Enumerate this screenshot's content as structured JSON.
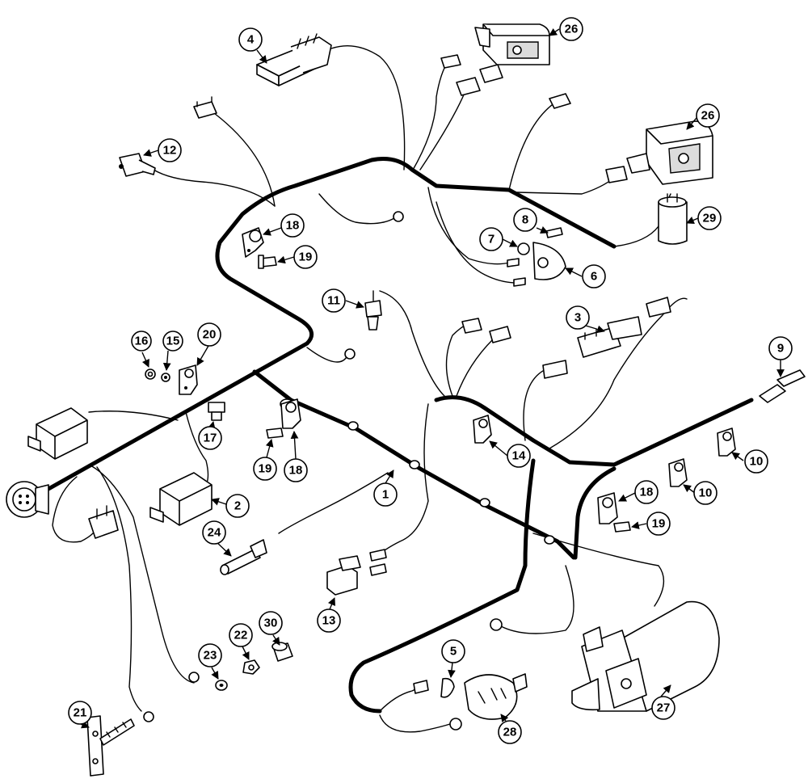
{
  "callouts": {
    "c1": "1",
    "c2": "2",
    "c3": "3",
    "c4": "4",
    "c5": "5",
    "c6": "6",
    "c7": "7",
    "c8": "8",
    "c9": "9",
    "c10a": "10",
    "c10b": "10",
    "c11": "11",
    "c12": "12",
    "c13": "13",
    "c14": "14",
    "c15": "15",
    "c16": "16",
    "c17": "17",
    "c18a": "18",
    "c18b": "18",
    "c18c": "18",
    "c19a": "19",
    "c19b": "19",
    "c19c": "19",
    "c20": "20",
    "c21": "21",
    "c22": "22",
    "c23": "23",
    "c24": "24",
    "c26a": "26",
    "c26b": "26",
    "c27": "27",
    "c28": "28",
    "c29": "29",
    "c30": "30"
  }
}
